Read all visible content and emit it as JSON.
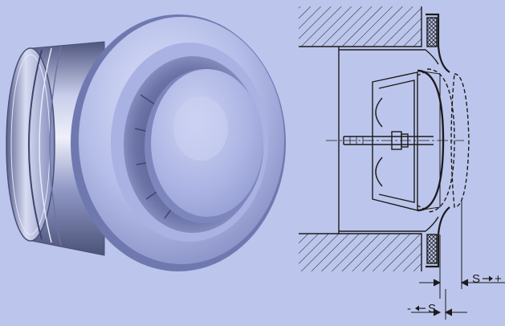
{
  "colors": {
    "background": "#bcc6ec",
    "product_face": "#b6bfe9",
    "product_shadow": "#6e78ad",
    "metal_light": "#dfe3f3",
    "metal_dark": "#5f6690",
    "line": "#1c1c1c"
  },
  "photo": {
    "subject": "ceiling-valve-photo"
  },
  "drawing": {
    "dim_positive": {
      "letter": "S",
      "sign": "+"
    },
    "dim_negative": {
      "letter": "S",
      "sign": "-"
    }
  }
}
